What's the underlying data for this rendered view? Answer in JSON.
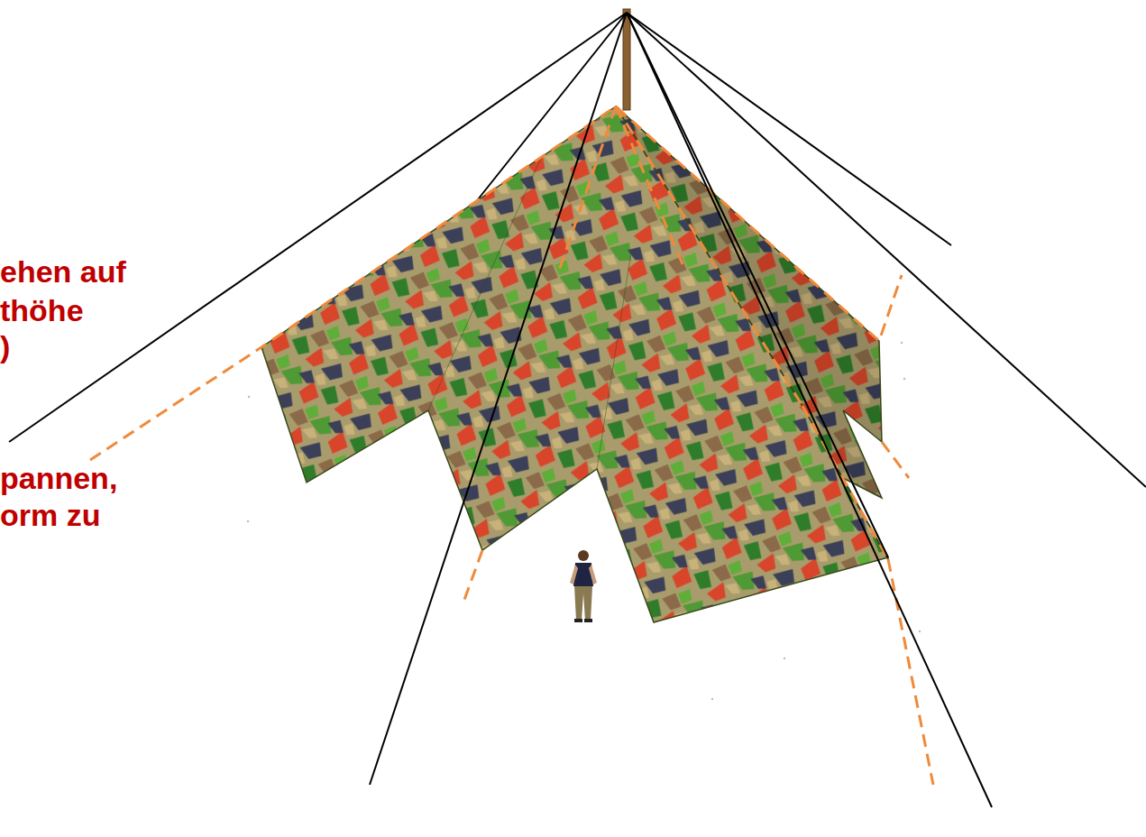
{
  "diagram": {
    "labels": [
      "ehen auf",
      "thöhe",
      ")",
      "pannen,",
      "orm zu"
    ]
  }
}
